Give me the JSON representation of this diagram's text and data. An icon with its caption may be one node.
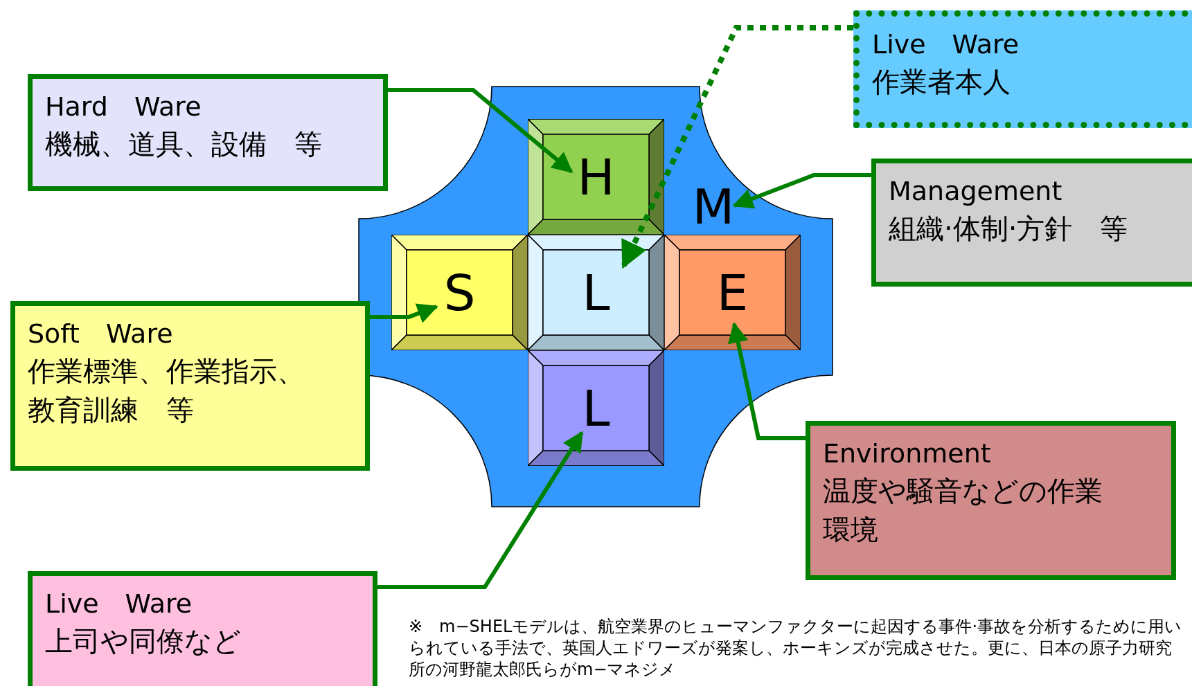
{
  "diagram": {
    "nodes": [
      {
        "text": [
          "Hard　Ware",
          "機械、道具、設備　等"
        ]
      },
      {
        "text": [
          "Live　Ware",
          "作業者本人"
        ]
      },
      {
        "text": [
          "Management",
          "組織·体制·方針　等"
        ]
      },
      {
        "text": [
          "Soft　Ware",
          "作業標準、作業指示、教育訓練　等"
        ]
      },
      {
        "text": [
          "Environment",
          "温度や騒音などの作業環境"
        ]
      },
      {
        "text": [
          "Live　Ware",
          "上司や同僚など"
        ]
      },
      {
        "text": [
          "H"
        ]
      },
      {
        "text": [
          "S"
        ]
      },
      {
        "text": [
          "L"
        ]
      },
      {
        "text": [
          "E"
        ]
      },
      {
        "text": [
          "L"
        ]
      },
      {
        "text": [
          "M"
        ]
      }
    ],
    "edges": [
      {
        "from": 0,
        "to": 6,
        "arrow": "to"
      },
      {
        "from": 1,
        "to": 8,
        "arrow": "to",
        "style": "dashed"
      },
      {
        "from": 2,
        "to": 11,
        "arrow": "to"
      },
      {
        "from": 3,
        "to": 7,
        "arrow": "to"
      },
      {
        "from": 4,
        "to": 9,
        "arrow": "to"
      },
      {
        "from": 5,
        "to": 10,
        "arrow": "to"
      }
    ],
    "labels": [
      "※　m−SHELモデルは、航空業界のヒューマンファクターに起因する事件·事故を分析するために用いられている手法で、英国人エドワーズが発案し、ホーキンズが完成させた。更に、日本の原子力研究所の河野龍太郎氏らがm−マネジメ"
    ]
  }
}
